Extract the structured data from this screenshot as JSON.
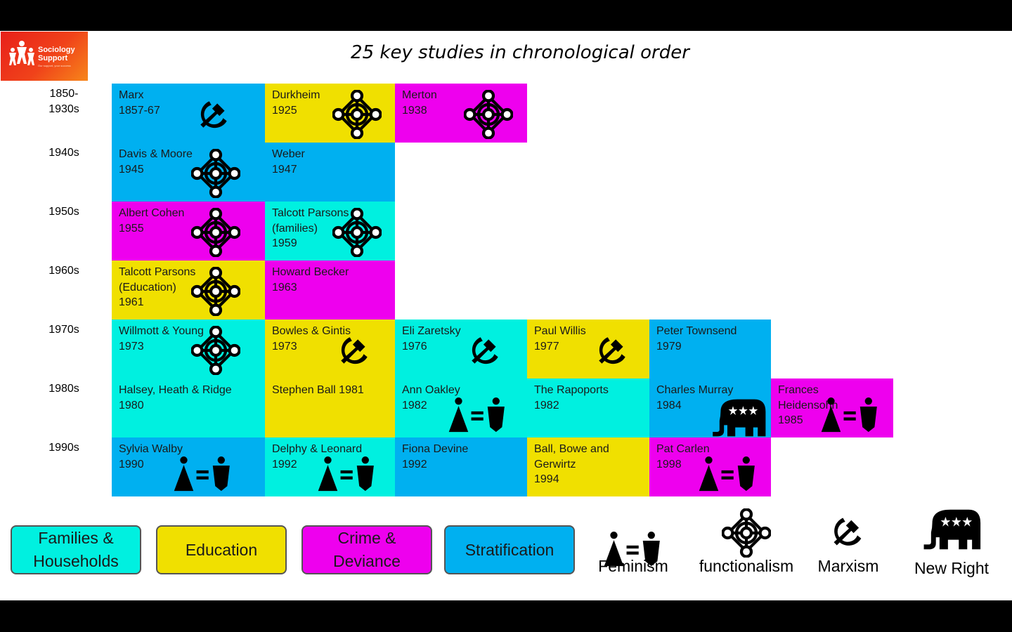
{
  "logo": {
    "brand_line1": "Sociology",
    "brand_line2": "Support",
    "tagline": "Our support, your success"
  },
  "title": "25 key studies in chronological order",
  "colors": {
    "families": "#00F0E0",
    "education": "#F0E000",
    "crime": "#EE00EE",
    "stratification": "#00B0F0"
  },
  "decades": [
    "1850-\n1930s",
    "1940s",
    "1950s",
    "1960s",
    "1970s",
    "1980s",
    "1990s"
  ],
  "studies": [
    {
      "text": "Marx\n1857-67",
      "topic": "stratification",
      "icon": "marxism-icon"
    },
    {
      "text": "Durkheim\n1925",
      "topic": "education",
      "icon": "functionalism-icon"
    },
    {
      "text": "Merton\n1938",
      "topic": "crime",
      "icon": "functionalism-icon"
    },
    {
      "text": "Davis & Moore\n1945",
      "topic": "stratification",
      "icon": "functionalism-icon"
    },
    {
      "text": "Weber\n1947",
      "topic": "stratification",
      "icon": ""
    },
    {
      "text": "Albert Cohen\n1955",
      "topic": "crime",
      "icon": "functionalism-icon"
    },
    {
      "text": "Talcott Parsons\n(families)\n1959",
      "topic": "families",
      "icon": "functionalism-icon"
    },
    {
      "text": "Talcott Parsons\n(Education)\n1961",
      "topic": "education",
      "icon": "functionalism-icon"
    },
    {
      "text": "Howard Becker\n1963",
      "topic": "crime",
      "icon": ""
    },
    {
      "text": "Willmott & Young\n1973",
      "topic": "families",
      "icon": "functionalism-icon"
    },
    {
      "text": "Bowles & Gintis\n1973",
      "topic": "education",
      "icon": "marxism-icon"
    },
    {
      "text": "Eli Zaretsky\n1976",
      "topic": "families",
      "icon": "marxism-icon"
    },
    {
      "text": "Paul Willis\n1977",
      "topic": "education",
      "icon": "marxism-icon"
    },
    {
      "text": "Peter Townsend\n1979",
      "topic": "stratification",
      "icon": ""
    },
    {
      "text": "Halsey, Heath & Ridge\n1980",
      "topic": "families",
      "icon": ""
    },
    {
      "text": "Stephen Ball 1981",
      "topic": "education",
      "icon": ""
    },
    {
      "text": "Ann Oakley\n1982",
      "topic": "families",
      "icon": "feminism-icon"
    },
    {
      "text": "The Rapoports\n1982",
      "topic": "families",
      "icon": ""
    },
    {
      "text": "Charles Murray\n1984",
      "topic": "stratification",
      "icon": "new-right-icon"
    },
    {
      "text": "Frances\nHeidensohn\n1985",
      "topic": "crime",
      "icon": "feminism-icon"
    },
    {
      "text": "Sylvia Walby\n1990",
      "topic": "stratification",
      "icon": "feminism-icon"
    },
    {
      "text": "Delphy & Leonard\n1992",
      "topic": "families",
      "icon": "feminism-icon"
    },
    {
      "text": "Fiona Devine\n1992",
      "topic": "stratification",
      "icon": ""
    },
    {
      "text": "Ball, Bowe and\nGerwirtz\n1994",
      "topic": "education",
      "icon": ""
    },
    {
      "text": "Pat Carlen\n1998",
      "topic": "crime",
      "icon": "feminism-icon"
    }
  ],
  "topic_legend": [
    {
      "label": "Families &\nHouseholds",
      "topic": "families"
    },
    {
      "label": "Education",
      "topic": "education"
    },
    {
      "label": "Crime &\nDeviance",
      "topic": "crime"
    },
    {
      "label": "Stratification",
      "topic": "stratification"
    }
  ],
  "theory_legend": [
    {
      "label": "Feminism",
      "icon": "feminism-icon"
    },
    {
      "label": "functionalism",
      "icon": "functionalism-icon"
    },
    {
      "label": "Marxism",
      "icon": "marxism-icon"
    },
    {
      "label": "New Right",
      "icon": "new-right-icon"
    }
  ]
}
